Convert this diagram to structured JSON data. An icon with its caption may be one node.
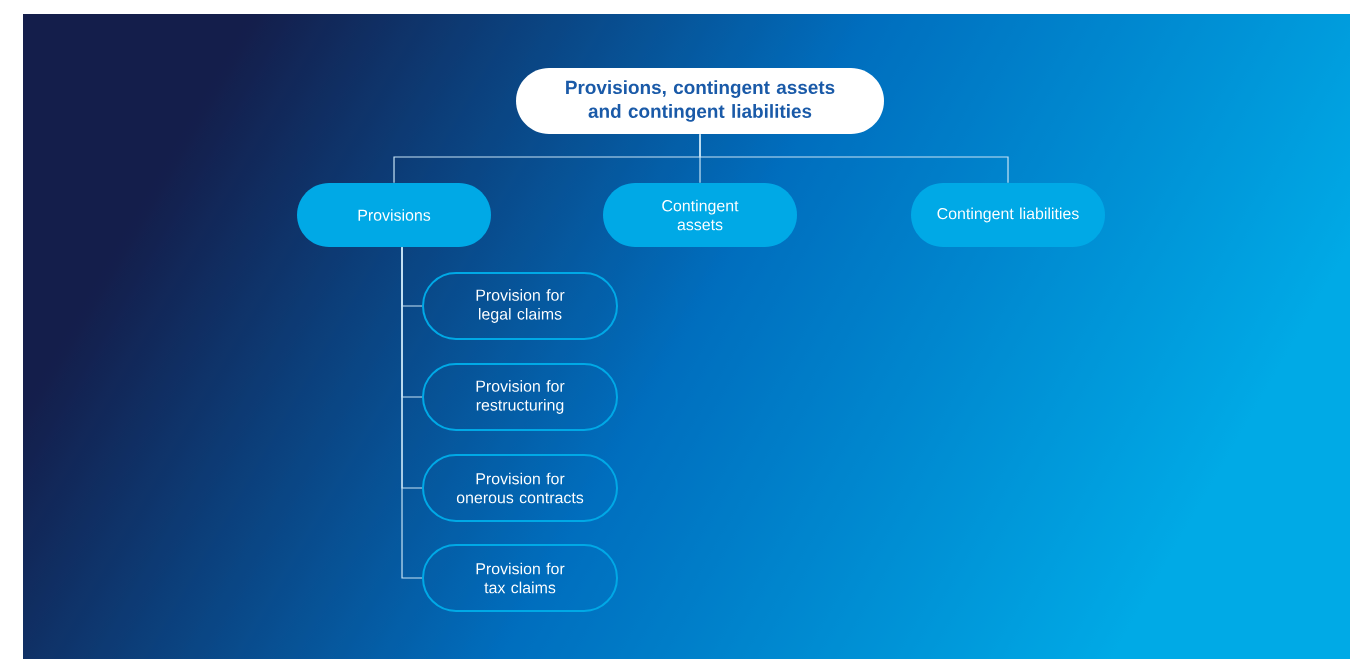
{
  "diagram": {
    "nodes": [
      {
        "text": [
          "Provisions, contingent assets and contingent liabilities"
        ]
      },
      {
        "text": [
          "Provisions"
        ]
      },
      {
        "text": [
          "Contingent assets"
        ]
      },
      {
        "text": [
          "Contingent liabilities"
        ]
      },
      {
        "text": [
          "Provision for legal claims"
        ]
      },
      {
        "text": [
          "Provision for restructuring"
        ]
      },
      {
        "text": [
          "Provision for onerous contracts"
        ]
      },
      {
        "text": [
          "Provision for tax claims"
        ]
      }
    ],
    "edges": [
      {
        "from": 0,
        "to": 1,
        "arrow": "none"
      },
      {
        "from": 0,
        "to": 2,
        "arrow": "none"
      },
      {
        "from": 0,
        "to": 3,
        "arrow": "none"
      },
      {
        "from": 1,
        "to": 4,
        "arrow": "none"
      },
      {
        "from": 1,
        "to": 5,
        "arrow": "none"
      },
      {
        "from": 1,
        "to": 6,
        "arrow": "none"
      },
      {
        "from": 1,
        "to": 7,
        "arrow": "none"
      }
    ]
  }
}
